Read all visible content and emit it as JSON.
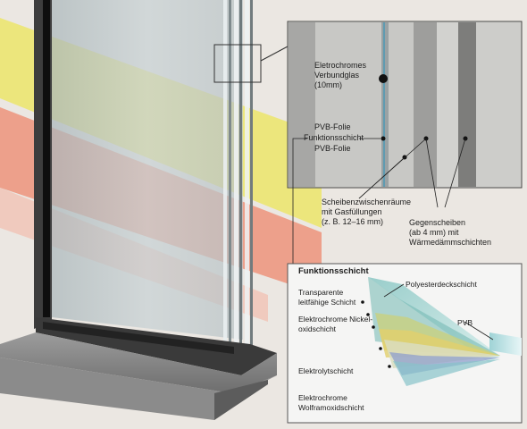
{
  "callout_top": {
    "electrochromic_glass": [
      "Eletrochromes",
      "Verbundglas",
      "(10mm)"
    ],
    "pvb_top": "PVB-Folie",
    "functional_layer": "Funktionsschicht",
    "pvb_bottom": "PVB-Folie",
    "cavities": [
      "Scheibenzwischenräume",
      "mit Gasfüllungen",
      "(z. B. 12–16 mm)"
    ],
    "counter_panes": [
      "Gegenscheiben",
      "(ab 4 mm) mit",
      "Wärmedämmschichten"
    ]
  },
  "callout_layer": {
    "title": "Funktionsschicht",
    "polyester": "Polyesterdeckschicht",
    "transparent_conductive": [
      "Transparente",
      "leitfähige Schicht"
    ],
    "nickel_oxide": [
      "Elektrochrome Nickel-",
      "oxidschicht"
    ],
    "pvb": "PVB",
    "electrolyte": "Elektrolytschicht",
    "tungsten_oxide": [
      "Elektrochrome",
      "Wolframoxidschicht"
    ]
  },
  "colors": {
    "background": "#ebe7e2",
    "yellow_light": "#ece56a",
    "red_light": "#ee8e76",
    "glass": "#c9d3d6",
    "frame_black": "#141414",
    "panel_bg": "#f4f4f4"
  }
}
